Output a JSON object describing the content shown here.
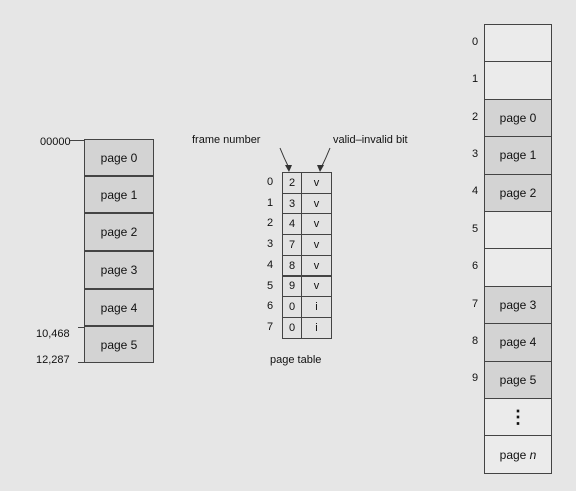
{
  "logical_memory": {
    "pages": [
      "page 0",
      "page 1",
      "page 2",
      "page 3",
      "page 4",
      "page 5"
    ],
    "addresses": {
      "start": "00000",
      "page5_start": "10,468",
      "end": "12,287"
    }
  },
  "page_table": {
    "header_frame": "frame number",
    "header_valid": "valid–invalid bit",
    "caption": "page table",
    "rows": [
      {
        "index": "0",
        "frame": "2",
        "bit": "v"
      },
      {
        "index": "1",
        "frame": "3",
        "bit": "v"
      },
      {
        "index": "2",
        "frame": "4",
        "bit": "v"
      },
      {
        "index": "3",
        "frame": "7",
        "bit": "v"
      },
      {
        "index": "4",
        "frame": "8",
        "bit": "v"
      },
      {
        "index": "5",
        "frame": "9",
        "bit": "v"
      },
      {
        "index": "6",
        "frame": "0",
        "bit": "i"
      },
      {
        "index": "7",
        "frame": "0",
        "bit": "i"
      }
    ]
  },
  "physical_memory": {
    "frames": [
      {
        "index": "0",
        "content": ""
      },
      {
        "index": "1",
        "content": ""
      },
      {
        "index": "2",
        "content": "page 0"
      },
      {
        "index": "3",
        "content": "page 1"
      },
      {
        "index": "4",
        "content": "page 2"
      },
      {
        "index": "5",
        "content": ""
      },
      {
        "index": "6",
        "content": ""
      },
      {
        "index": "7",
        "content": "page 3"
      },
      {
        "index": "8",
        "content": "page 4"
      },
      {
        "index": "9",
        "content": "page 5"
      },
      {
        "index": "",
        "content": "⋮"
      },
      {
        "index": "",
        "content": "page n"
      }
    ]
  }
}
